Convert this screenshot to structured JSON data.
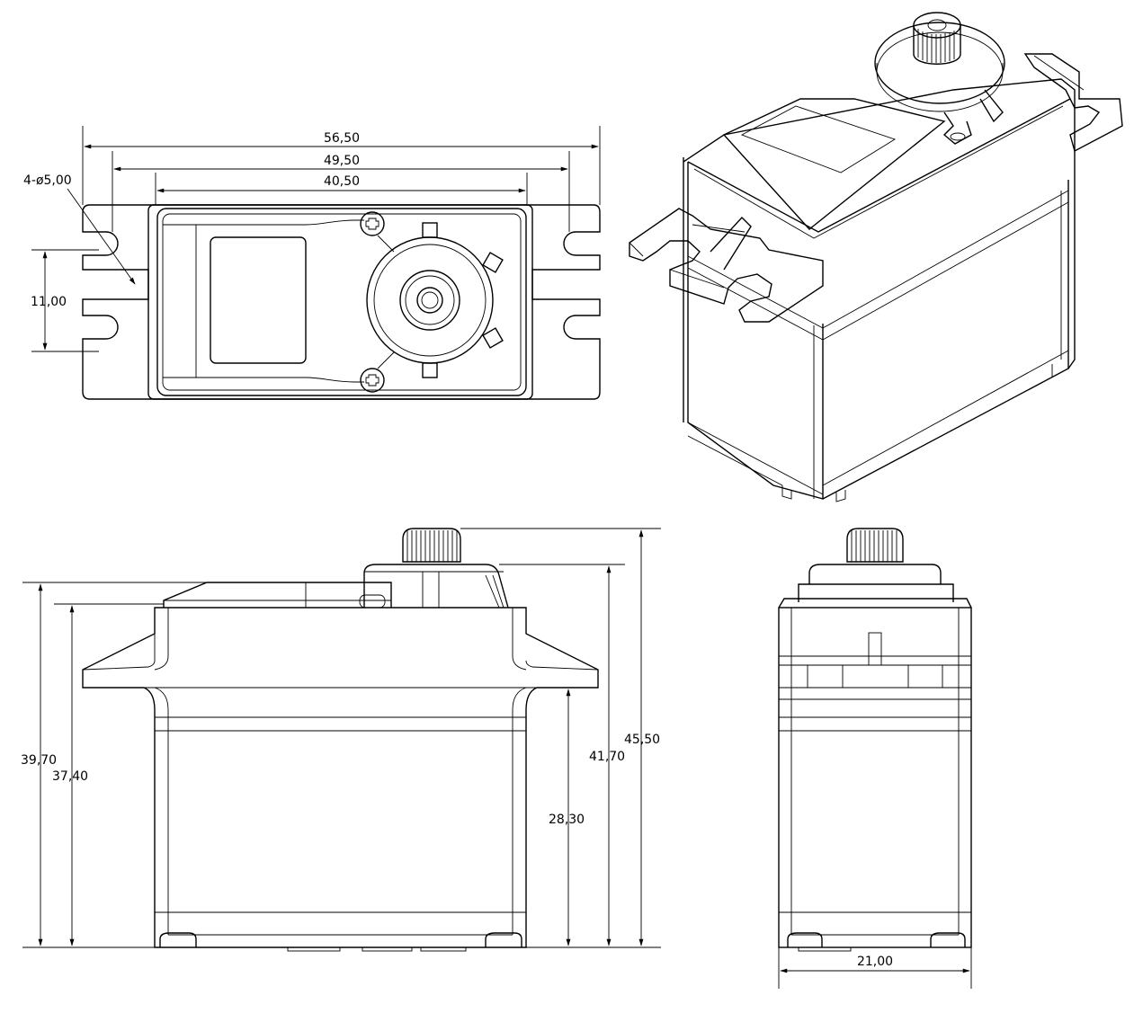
{
  "dimensions": {
    "top_width_overall": "56,50",
    "top_width_holes": "49,50",
    "top_width_body": "40,50",
    "hole_callout": "4-ø5,00",
    "hole_spacing": "11,00",
    "front_height_flange_top": "39,70",
    "front_height_case": "37,40",
    "front_height_flange": "28,30",
    "front_height_horn_base": "41,70",
    "front_height_overall": "45,50",
    "side_depth": "21,00"
  }
}
